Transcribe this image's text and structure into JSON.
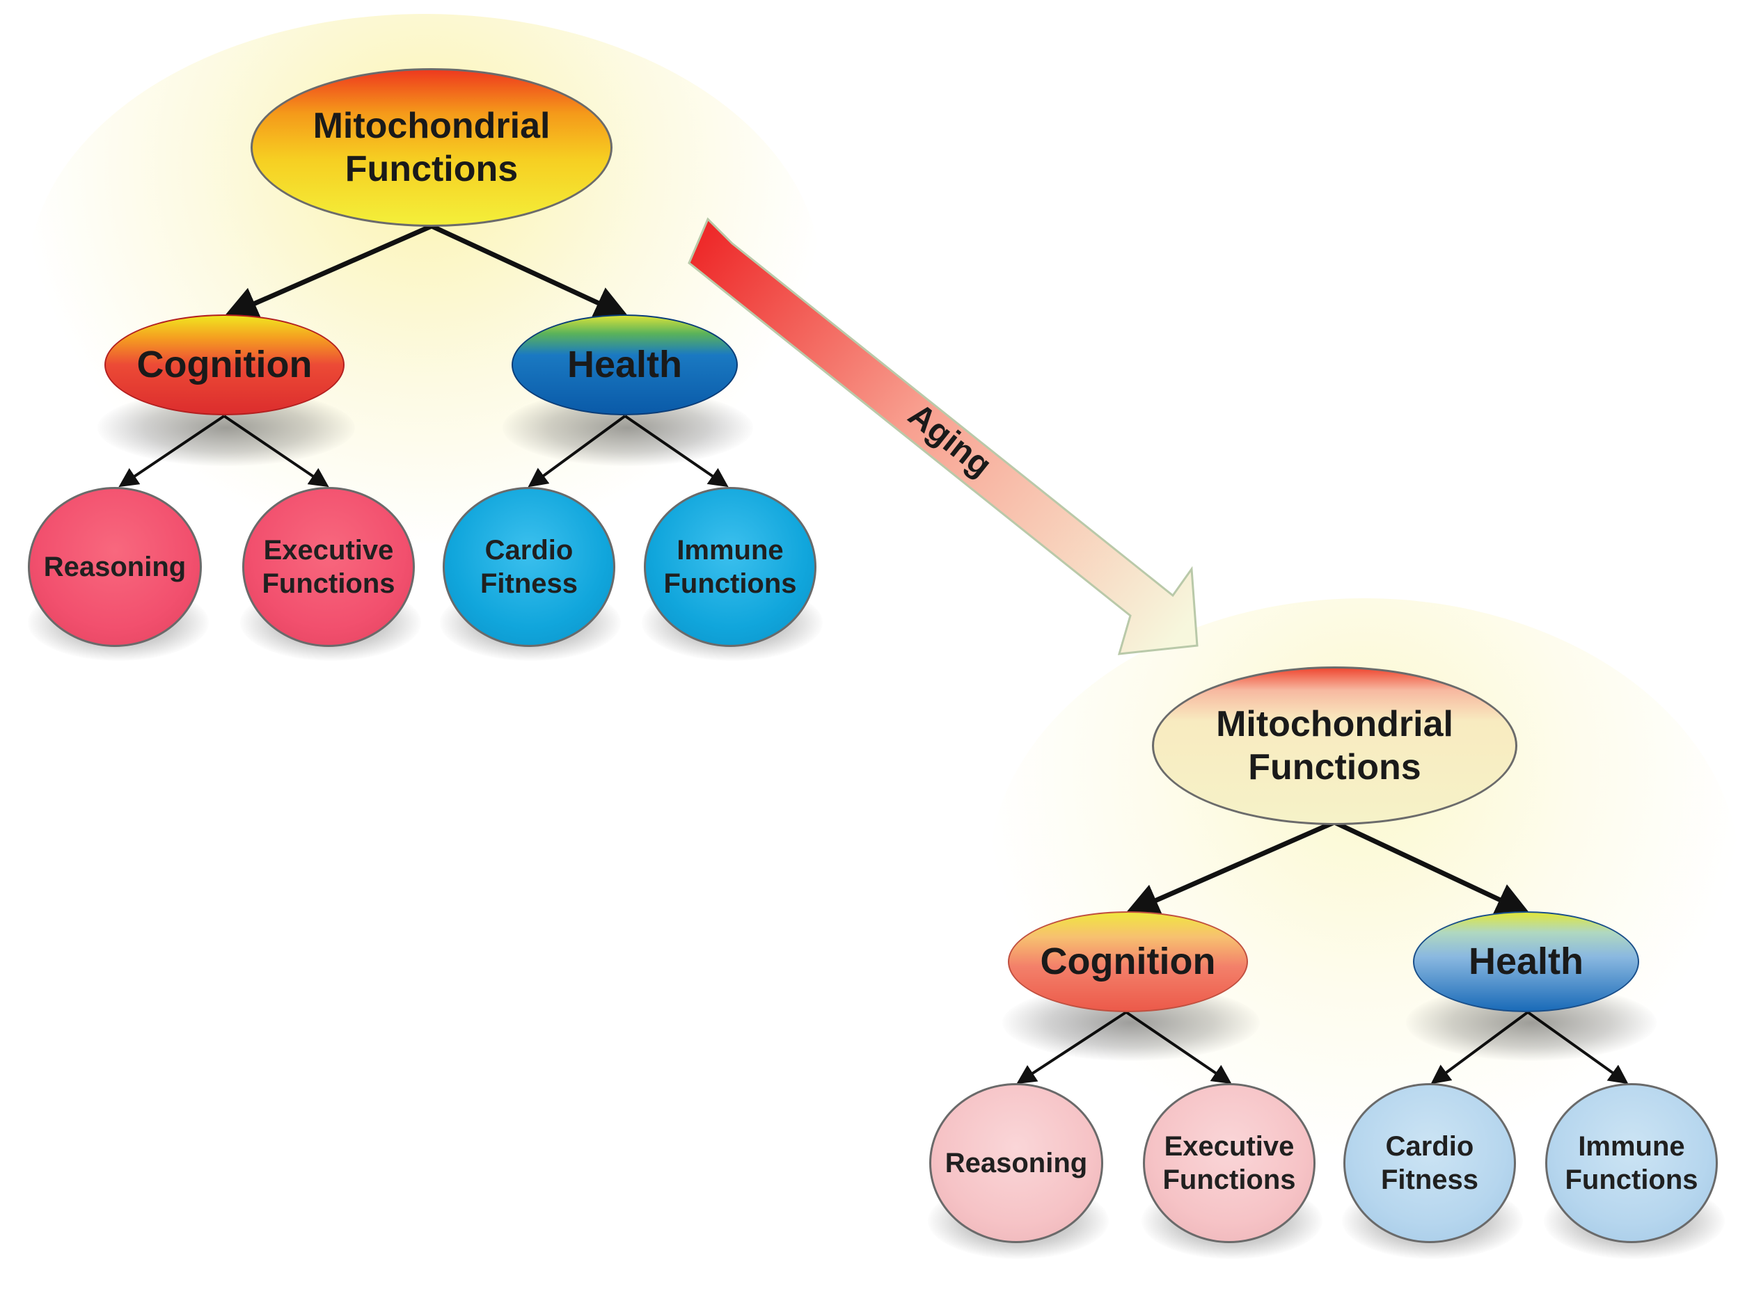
{
  "colors": {
    "cognition_young": "#e23a3a",
    "health_young": "#0a5fb0",
    "leaf_cognition_young": "#f2506e",
    "leaf_health_young": "#11a6dc",
    "leaf_cognition_old": "#f6c3c6",
    "leaf_health_old": "#b6d6ee",
    "arrow_start": "#ee2a2a",
    "arrow_end": "#f7f7dd"
  },
  "young_tree": {
    "root": "Mitochondrial\nFunctions",
    "cognition": "Cognition",
    "health": "Health",
    "reasoning": "Reasoning",
    "executive": "Executive\nFunctions",
    "cardio": "Cardio\nFitness",
    "immune": "Immune\nFunctions"
  },
  "aging_arrow": {
    "label": "Aging"
  },
  "old_tree": {
    "root": "Mitochondrial\nFunctions",
    "cognition": "Cognition",
    "health": "Health",
    "reasoning": "Reasoning",
    "executive": "Executive\nFunctions",
    "cardio": "Cardio\nFitness",
    "immune": "Immune\nFunctions"
  }
}
